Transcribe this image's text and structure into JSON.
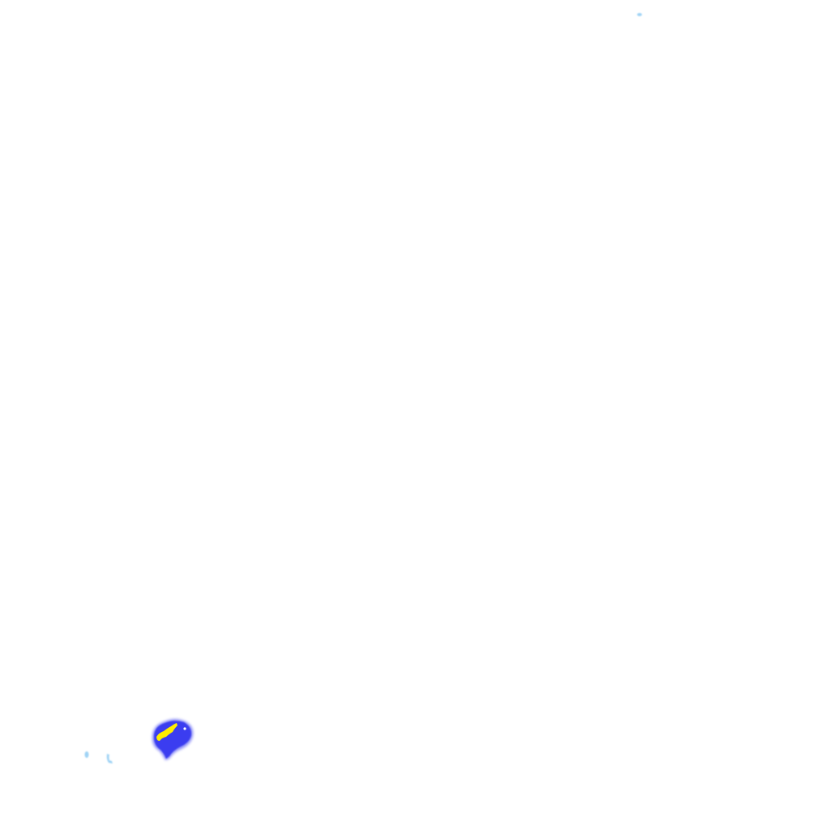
{
  "map": {
    "kind": "weather-radar-overlay",
    "background_color": "#ffffff",
    "intensity_colors": {
      "light": "#9fd3f5",
      "moderate": "#3a3ef0",
      "heavy": "#ffee00"
    },
    "echoes": [
      {
        "id": "echo-light-ne",
        "intensity": "light"
      },
      {
        "id": "echo-light-sw-1",
        "intensity": "light"
      },
      {
        "id": "echo-light-sw-2",
        "intensity": "light"
      },
      {
        "id": "echo-cell-main",
        "intensity": "moderate"
      },
      {
        "id": "echo-cell-core",
        "intensity": "heavy"
      }
    ]
  }
}
